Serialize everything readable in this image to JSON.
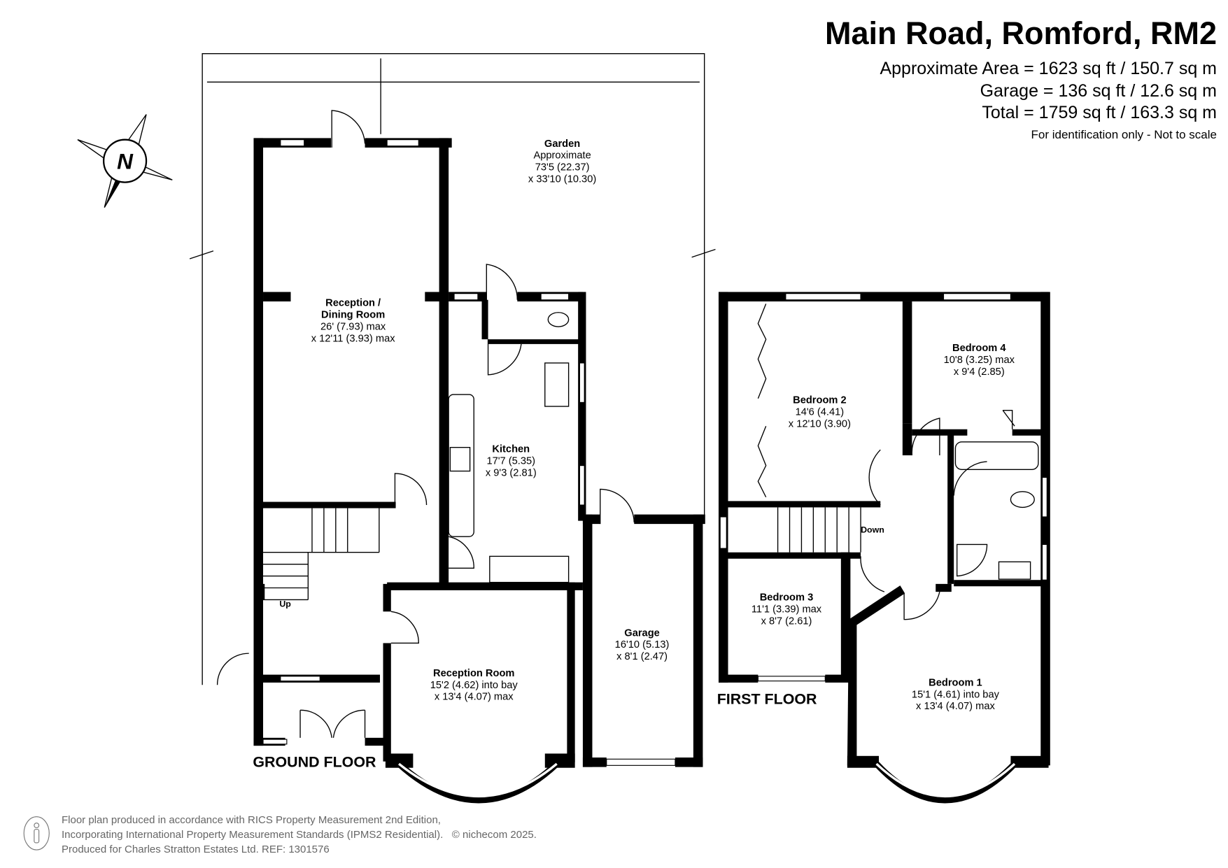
{
  "header": {
    "title": "Main Road, Romford, RM2",
    "approx_area": "Approximate Area = 1623 sq ft / 150.7 sq m",
    "garage_area": "Garage = 136 sq ft / 12.6 sq m",
    "total_area": "Total = 1759 sq ft / 163.3 sq m",
    "disclaimer": "For identification only - Not to scale"
  },
  "compass": {
    "label": "N"
  },
  "floors": {
    "ground": {
      "label": "GROUND FLOOR",
      "rooms": {
        "garden": {
          "name": "Garden",
          "l1": "Approximate",
          "l2": "73'5 (22.37)",
          "l3": "x 33'10 (10.30)"
        },
        "dining": {
          "name1": "Reception /",
          "name2": "Dining Room",
          "l1": "26' (7.93) max",
          "l2": "x 12'11 (3.93) max"
        },
        "kitchen": {
          "name": "Kitchen",
          "l1": "17'7 (5.35)",
          "l2": "x 9'3 (2.81)"
        },
        "reception": {
          "name": "Reception Room",
          "l1": "15'2 (4.62) into bay",
          "l2": "x 13'4 (4.07) max"
        },
        "garage": {
          "name": "Garage",
          "l1": "16'10 (5.13)",
          "l2": "x 8'1 (2.47)"
        }
      },
      "stairs_label": "Up"
    },
    "first": {
      "label": "FIRST FLOOR",
      "rooms": {
        "bed2": {
          "name": "Bedroom 2",
          "l1": "14'6 (4.41)",
          "l2": "x 12'10 (3.90)"
        },
        "bed4": {
          "name": "Bedroom 4",
          "l1": "10'8 (3.25) max",
          "l2": "x 9'4 (2.85)"
        },
        "bed3": {
          "name": "Bedroom 3",
          "l1": "11'1 (3.39) max",
          "l2": "x 8'7 (2.61)"
        },
        "bed1": {
          "name": "Bedroom 1",
          "l1": "15'1 (4.61) into bay",
          "l2": "x 13'4 (4.07) max"
        }
      },
      "stairs_label": "Down"
    }
  },
  "footer": {
    "line1": "Floor plan produced in accordance with RICS Property Measurement 2nd Edition,",
    "line2": "Incorporating International Property Measurement Standards (IPMS2 Residential).",
    "copyright": "© nichecom 2025.",
    "line3": "Produced for Charles Stratton Estates Ltd.   REF:  1301576"
  }
}
